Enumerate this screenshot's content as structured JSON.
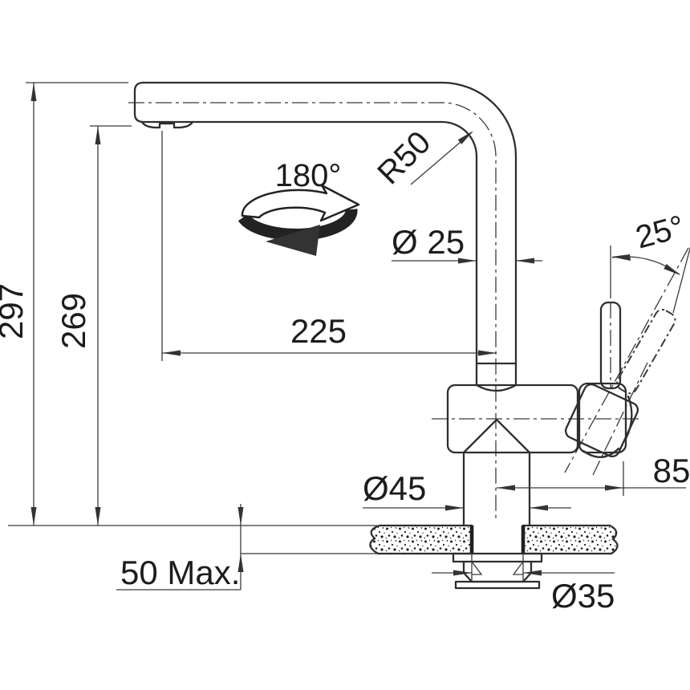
{
  "drawing": {
    "type": "technical-dimension-drawing",
    "subject": "single-lever kitchen mixer tap, side elevation with mounting cross-section",
    "colors": {
      "line": "#2e2e2e",
      "background": "#ffffff",
      "text": "#1c1c1c"
    },
    "labels": {
      "height_total": "297",
      "height_spout_underside": "269",
      "spout_reach": "225",
      "spout_tube_diameter": "Ø 25",
      "bend_radius": "R50",
      "swivel_angle": "180°",
      "lever_tilt_angle": "25°",
      "handle_projection": "85",
      "base_diameter": "Ø45",
      "counter_thickness_max": "50 Max.",
      "mounting_hole_diameter": "Ø35"
    }
  }
}
